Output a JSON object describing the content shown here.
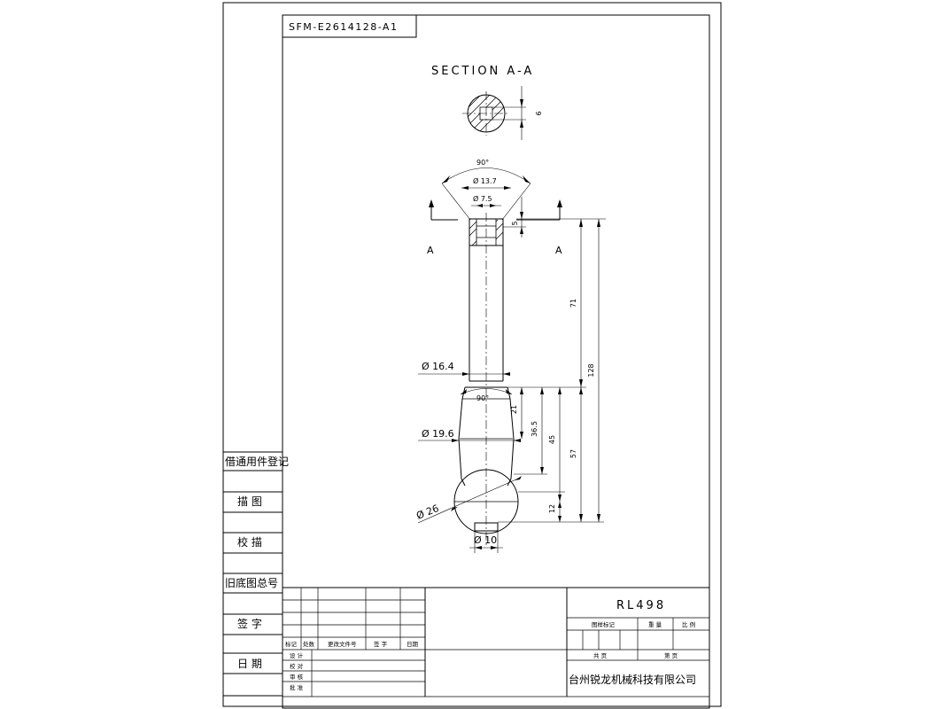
{
  "drawing": {
    "drawing_number": "SFM-E2614128-A1",
    "section_title": "SECTION A-A",
    "section_marker": "A",
    "part_code": "RL498",
    "company": "台州锐龙机械科技有限公司"
  },
  "dimensions": {
    "section_width": "6",
    "angle_top": "90°",
    "diameter_13_7": "Ø 13.7",
    "diameter_7_5": "Ø 7.5",
    "depth_5": "5",
    "length_71": "71",
    "length_128": "128",
    "diameter_16_4": "Ø 16.4",
    "angle_mid": "90°",
    "length_21": "21",
    "length_36_5": "36.5",
    "length_45": "45",
    "length_57": "57",
    "diameter_19_6": "Ø 19.6",
    "diameter_26": "Ø 26",
    "length_12": "12",
    "diameter_10": "Ø 10"
  },
  "left_margin": {
    "register": "借通用件登记",
    "draw": "描 图",
    "check": "校 描",
    "old_base": "旧底图总号",
    "sign": "签 字",
    "date": "日 期"
  },
  "revision_table": {
    "headers": [
      "标记",
      "处数",
      "更改文件号",
      "签 字",
      "日期"
    ],
    "roles": [
      "设 计",
      "校 对",
      "审 核",
      "批 准"
    ]
  },
  "title_block": {
    "stage_label": "图样标记",
    "weight_label": "重 量",
    "scale_label": "比 例",
    "total_label": "共 页",
    "sheet_label": "第 页"
  }
}
